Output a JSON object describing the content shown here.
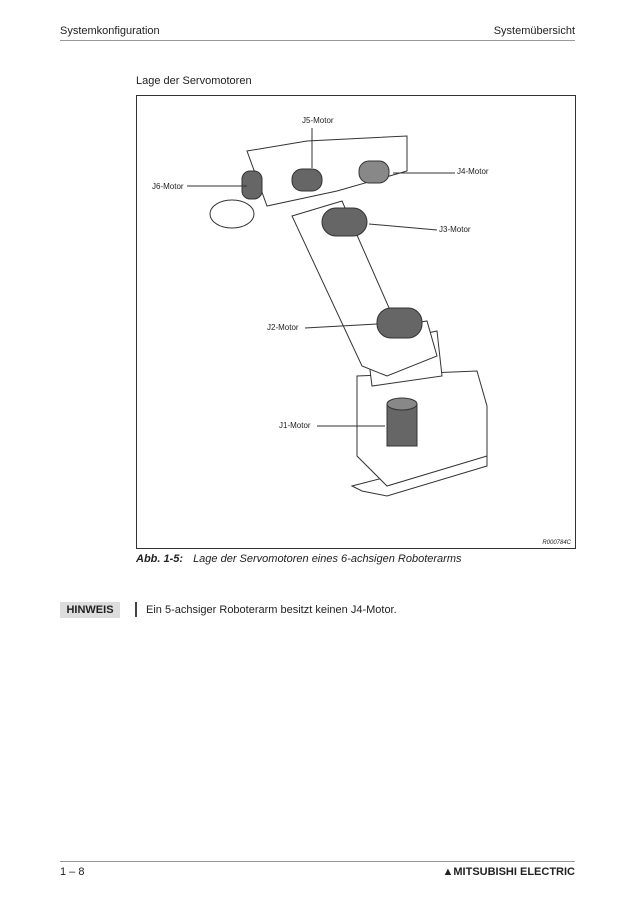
{
  "header": {
    "left": "Systemkonfiguration",
    "right": "Systemübersicht"
  },
  "section_title": "Lage der Servomotoren",
  "figure": {
    "labels": {
      "j5": "J5-Motor",
      "j4": "J4-Motor",
      "j6": "J6-Motor",
      "j3": "J3-Motor",
      "j2": "J2-Motor",
      "j1": "J1-Motor"
    },
    "code": "R000784C"
  },
  "caption": {
    "number": "Abb. 1-5:",
    "text": "Lage der Servomotoren eines 6-achsigen Roboterarms"
  },
  "note": {
    "tag": "HINWEIS",
    "text": "Ein 5-achsiger Roboterarm besitzt keinen J4-Motor."
  },
  "footer": {
    "page": "1 – 8",
    "brand": "MITSUBISHI ELECTRIC"
  }
}
